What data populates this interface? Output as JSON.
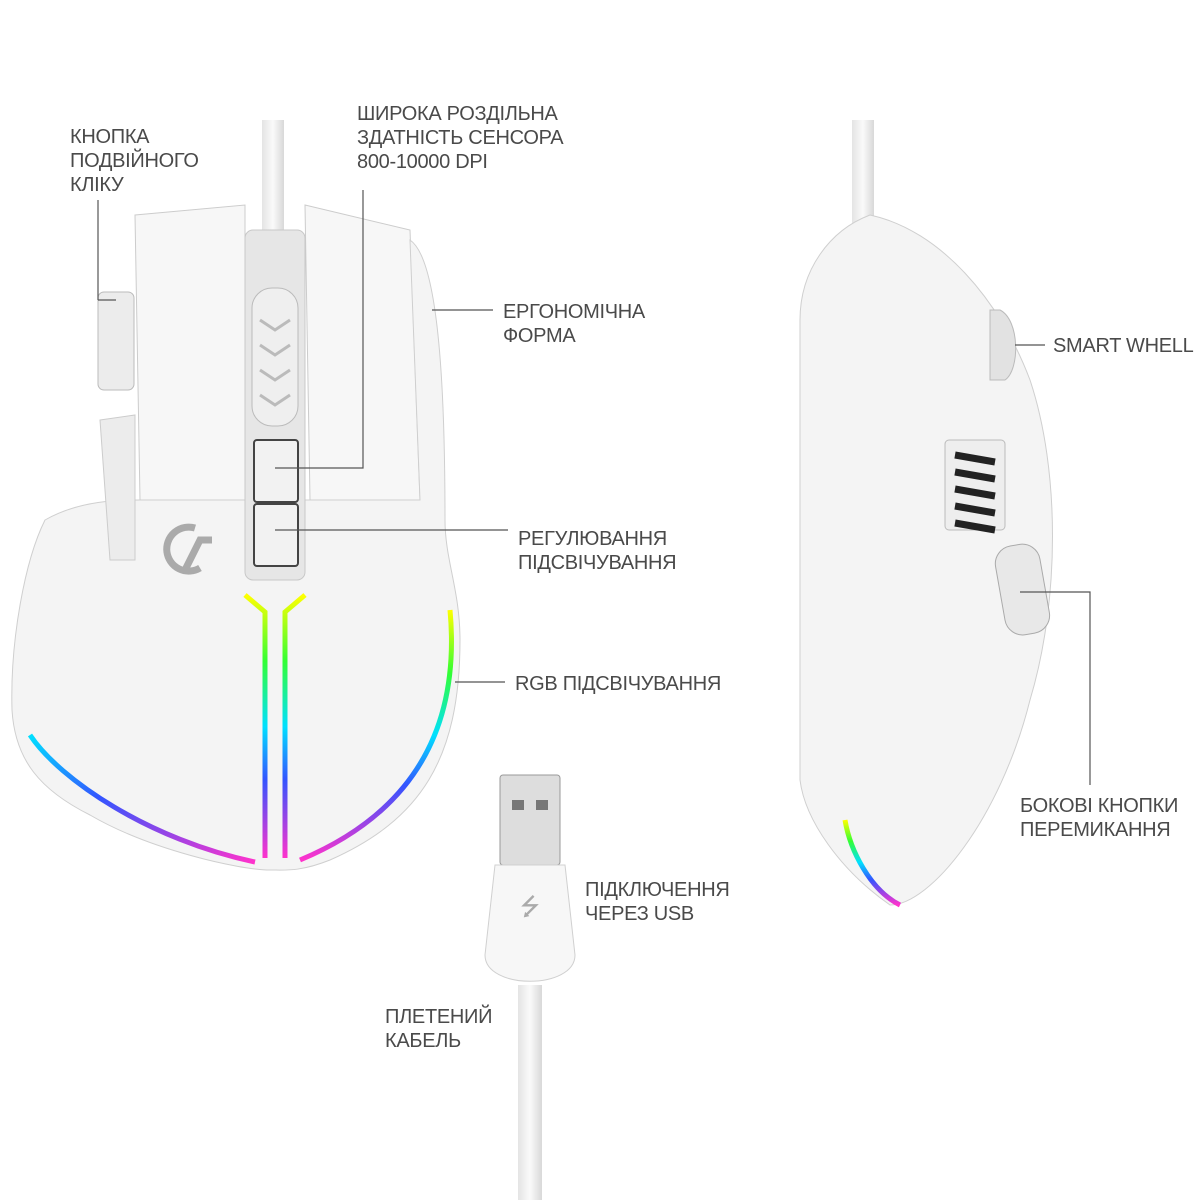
{
  "labels": {
    "double_click": [
      "КНОПКА",
      "ПОДВІЙНОГО",
      "КЛІКУ"
    ],
    "sensor": [
      "ШИРОКА РОЗДІЛЬНА",
      "ЗДАТНІСТЬ СЕНСОРА",
      "800-10000 DPI"
    ],
    "ergonomic": [
      "ЕРГОНОМІЧНА",
      "ФОРМА"
    ],
    "backlight_adjust": [
      "РЕГУЛЮВАННЯ",
      "ПІДСВІЧУВАННЯ"
    ],
    "rgb": [
      "RGB ПІДСВІЧУВАННЯ"
    ],
    "smart_wheel": [
      "SMART WHELL"
    ],
    "side_buttons": [
      "БОКОВІ КНОПКИ",
      "ПЕРЕМИКАННЯ"
    ],
    "usb": [
      "ПІДКЛЮЧЕННЯ",
      "ЧЕРЕЗ USB"
    ],
    "cable": [
      "ПЛЕТЕНИЙ",
      "КАБЕЛЬ"
    ]
  },
  "colors": {
    "text": "#4a4a4a",
    "line": "#555555",
    "body": "#f4f4f4",
    "outline": "#cfcfcf",
    "rgb": [
      "#ffff00",
      "#33ff33",
      "#00e0ff",
      "#3355ff",
      "#ff33cc"
    ]
  }
}
